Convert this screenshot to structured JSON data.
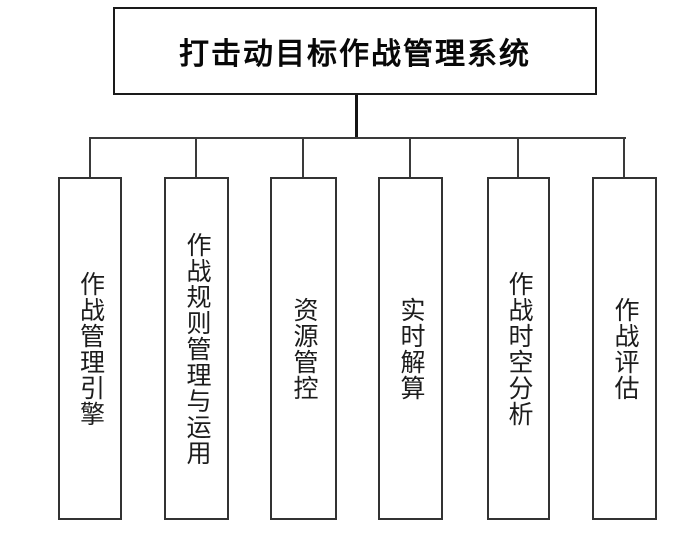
{
  "diagram": {
    "title": "打击动目标作战管理系统",
    "modules": [
      {
        "label": "作战管理引擎"
      },
      {
        "label": "作战规则管理与运用"
      },
      {
        "label": "资源管控"
      },
      {
        "label": "实时解算"
      },
      {
        "label": "作战时空分析"
      },
      {
        "label": "作战评估"
      }
    ],
    "colors": {
      "background": "#ffffff",
      "border": "#1a1a1a",
      "line": "#3a3a3a",
      "text": "#080808"
    }
  }
}
